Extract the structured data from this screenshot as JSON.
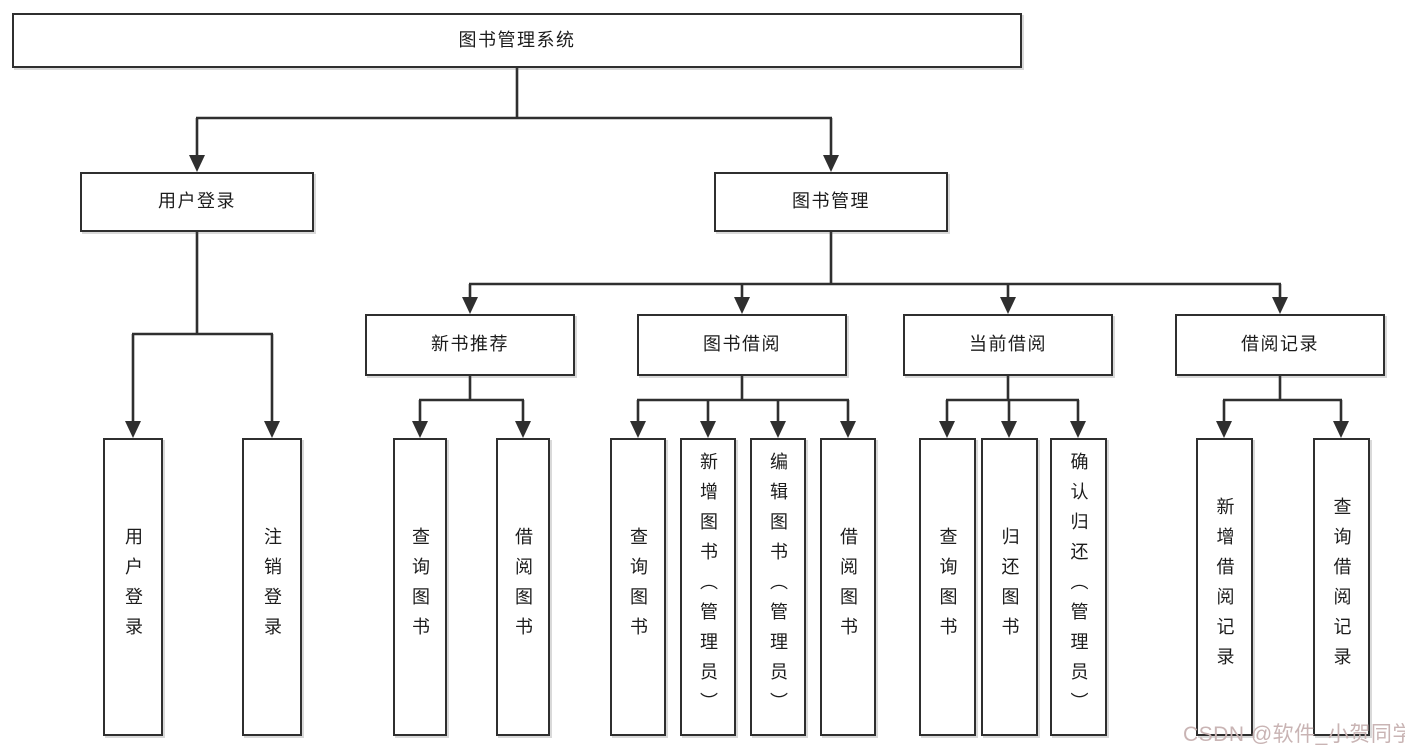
{
  "title": "图书管理系统",
  "colors": {
    "line": "#2f2f2f",
    "box_border": "#2f2f2f",
    "text": "#1c1c1c",
    "background": "#ffffff",
    "watermark": "#c9b4b4"
  },
  "tree": {
    "root": {
      "label": "图书管理系统",
      "children": [
        {
          "label": "用户登录",
          "children": [
            {
              "label": "用户登录"
            },
            {
              "label": "注销登录"
            }
          ]
        },
        {
          "label": "图书管理",
          "children": [
            {
              "label": "新书推荐",
              "children": [
                {
                  "label": "查询图书"
                },
                {
                  "label": "借阅图书"
                }
              ]
            },
            {
              "label": "图书借阅",
              "children": [
                {
                  "label": "查询图书"
                },
                {
                  "label": "新增图书（管理员）"
                },
                {
                  "label": "编辑图书（管理员）"
                },
                {
                  "label": "借阅图书"
                }
              ]
            },
            {
              "label": "当前借阅",
              "children": [
                {
                  "label": "查询图书"
                },
                {
                  "label": "归还图书"
                },
                {
                  "label": "确认归还（管理员）"
                }
              ]
            },
            {
              "label": "借阅记录",
              "children": [
                {
                  "label": "新增借阅记录"
                },
                {
                  "label": "查询借阅记录"
                }
              ]
            }
          ]
        }
      ]
    }
  },
  "watermark": "CSDN @软件_小贺同学"
}
